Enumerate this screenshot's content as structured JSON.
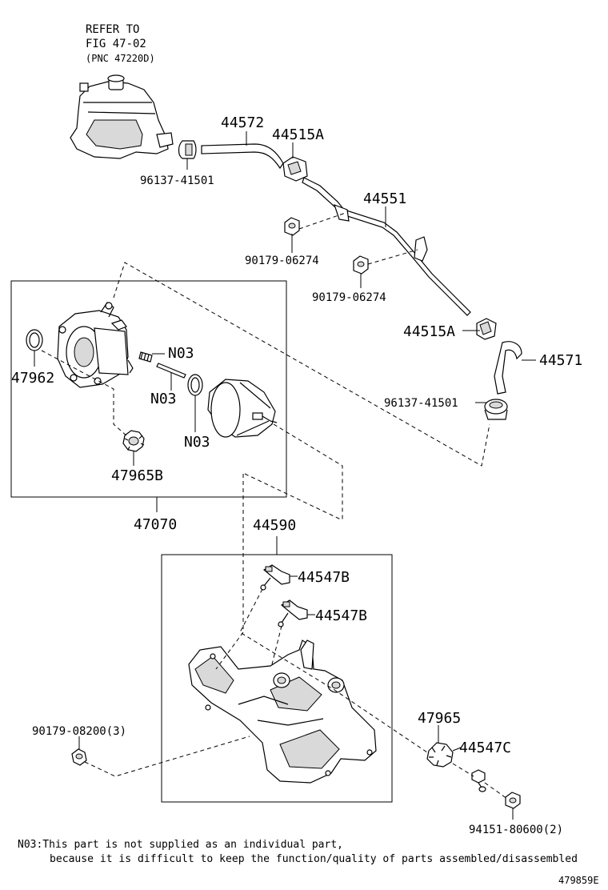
{
  "refer": {
    "line1": "REFER TO",
    "line2": "FIG 47-02",
    "line3": "(PNC 47220D)"
  },
  "labels": {
    "p44572": "44572",
    "p44515A_top": "44515A",
    "p96137_top": "96137-41501",
    "p44551": "44551",
    "p90179_a": "90179-06274",
    "p90179_b": "90179-06274",
    "p44515A_mid": "44515A",
    "p44571": "44571",
    "p96137_mid": "96137-41501",
    "p47962": "47962",
    "n03_a": "N03",
    "n03_b": "N03",
    "n03_c": "N03",
    "p47965B": "47965B",
    "p47070": "47070",
    "p44590": "44590",
    "p44547B_a": "44547B",
    "p44547B_b": "44547B",
    "p90179_08200": "90179-08200(3)",
    "p47965": "47965",
    "p44547C": "44547C",
    "p94151": "94151-80600(2)"
  },
  "footnote": {
    "line1": "N03:This part is not supplied as an individual part,",
    "line2": "because it is difficult to keep the function/quality of parts assembled/disassembled"
  },
  "figure_id": "479859E"
}
